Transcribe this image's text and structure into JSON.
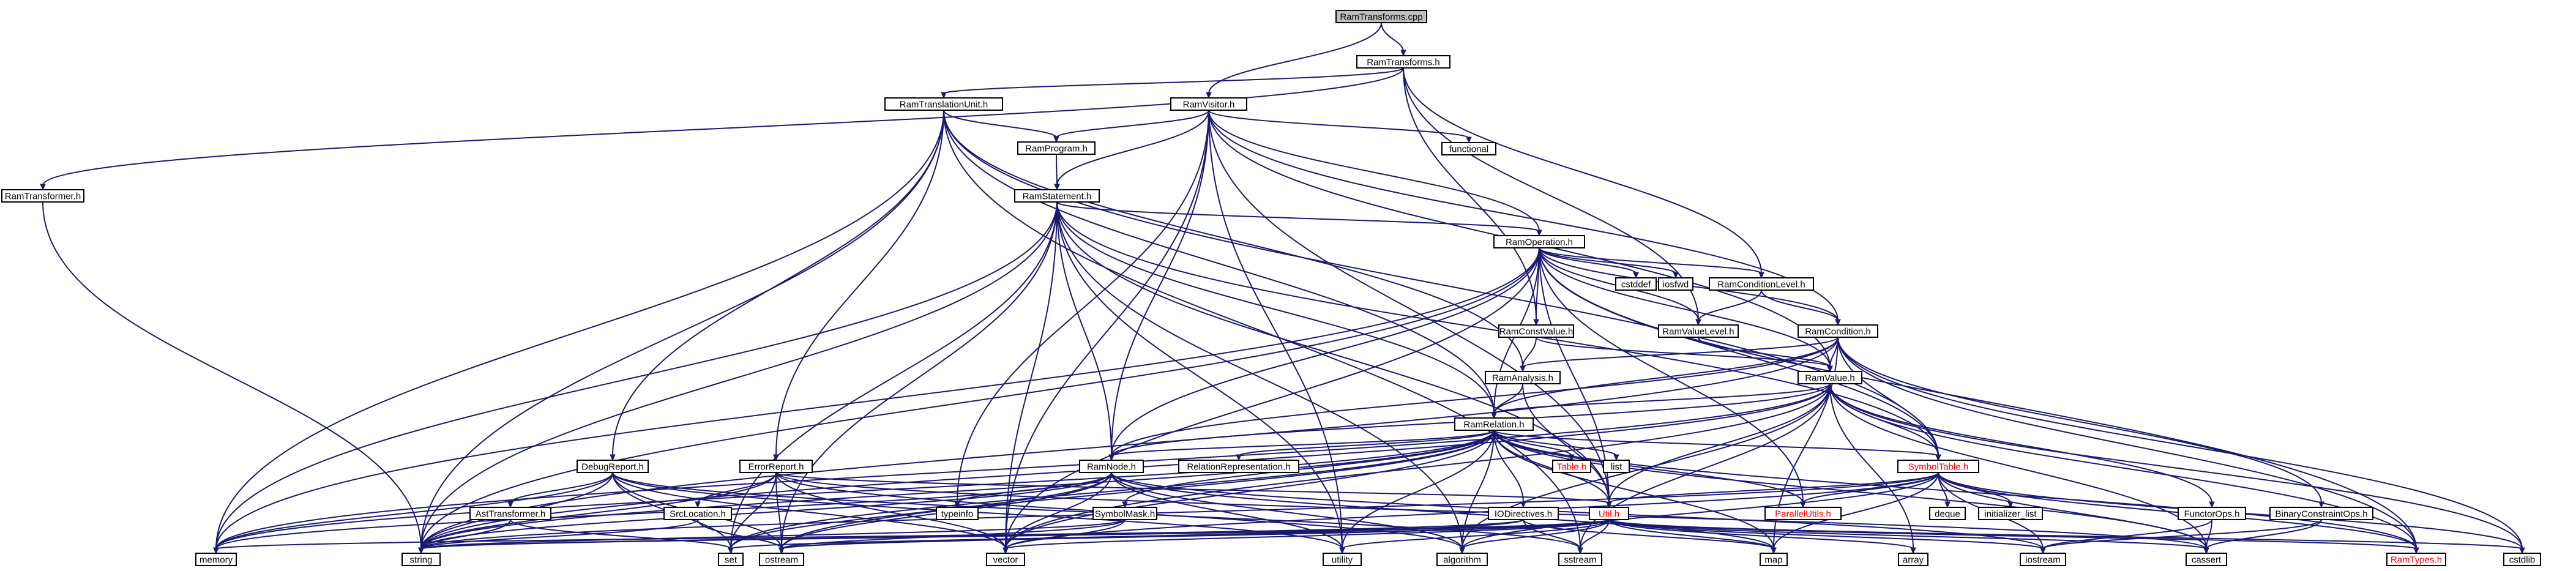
{
  "diagram": {
    "title": "RamTransforms.cpp include dependency graph",
    "colors": {
      "edge": "#191970",
      "root_fill": "#bfbfbf",
      "node_fill": "#ffffff",
      "node_stroke_normal": "#000000",
      "node_stroke_grey": "#bfbfbf",
      "node_stroke_red": "#ff0000",
      "label_normal": "#000000",
      "label_red": "#ff0000"
    },
    "nodes": [
      {
        "id": "root",
        "label": "RamTransforms.cpp",
        "kind": "root"
      },
      {
        "id": "rth",
        "label": "RamTransforms.h",
        "kind": "normal"
      },
      {
        "id": "rtu",
        "label": "RamTranslationUnit.h",
        "kind": "normal"
      },
      {
        "id": "rvis",
        "label": "RamVisitor.h",
        "kind": "normal"
      },
      {
        "id": "rtr",
        "label": "RamTransformer.h",
        "kind": "normal"
      },
      {
        "id": "rprog",
        "label": "RamProgram.h",
        "kind": "normal"
      },
      {
        "id": "functional",
        "label": "functional",
        "kind": "grey"
      },
      {
        "id": "rstmt",
        "label": "RamStatement.h",
        "kind": "normal"
      },
      {
        "id": "rop",
        "label": "RamOperation.h",
        "kind": "normal"
      },
      {
        "id": "cstddef",
        "label": "cstddef",
        "kind": "grey"
      },
      {
        "id": "iosfwd",
        "label": "iosfwd",
        "kind": "grey"
      },
      {
        "id": "rcl",
        "label": "RamConditionLevel.h",
        "kind": "normal"
      },
      {
        "id": "rcv",
        "label": "RamConstValue.h",
        "kind": "normal"
      },
      {
        "id": "rvl",
        "label": "RamValueLevel.h",
        "kind": "normal"
      },
      {
        "id": "rcond",
        "label": "RamCondition.h",
        "kind": "normal"
      },
      {
        "id": "ranal",
        "label": "RamAnalysis.h",
        "kind": "normal"
      },
      {
        "id": "rval",
        "label": "RamValue.h",
        "kind": "normal"
      },
      {
        "id": "rrel",
        "label": "RamRelation.h",
        "kind": "normal"
      },
      {
        "id": "tableh",
        "label": "Table.h",
        "kind": "red"
      },
      {
        "id": "list",
        "label": "list",
        "kind": "grey"
      },
      {
        "id": "rnode",
        "label": "RamNode.h",
        "kind": "normal"
      },
      {
        "id": "relrep",
        "label": "RelationRepresentation.h",
        "kind": "normal"
      },
      {
        "id": "symtab",
        "label": "SymbolTable.h",
        "kind": "red"
      },
      {
        "id": "dbg",
        "label": "DebugReport.h",
        "kind": "normal"
      },
      {
        "id": "err",
        "label": "ErrorReport.h",
        "kind": "normal"
      },
      {
        "id": "typeinfo",
        "label": "typeinfo",
        "kind": "grey"
      },
      {
        "id": "deque",
        "label": "deque",
        "kind": "grey"
      },
      {
        "id": "initlist",
        "label": "initializer_list",
        "kind": "grey"
      },
      {
        "id": "paru",
        "label": "ParallelUtils.h",
        "kind": "red"
      },
      {
        "id": "astt",
        "label": "AstTransformer.h",
        "kind": "normal"
      },
      {
        "id": "srcloc",
        "label": "SrcLocation.h",
        "kind": "normal"
      },
      {
        "id": "symmask",
        "label": "SymbolMask.h",
        "kind": "normal"
      },
      {
        "id": "iodir",
        "label": "IODirectives.h",
        "kind": "normal"
      },
      {
        "id": "util",
        "label": "Util.h",
        "kind": "red"
      },
      {
        "id": "functor",
        "label": "FunctorOps.h",
        "kind": "normal"
      },
      {
        "id": "bco",
        "label": "BinaryConstraintOps.h",
        "kind": "normal"
      },
      {
        "id": "memory",
        "label": "memory",
        "kind": "grey"
      },
      {
        "id": "string",
        "label": "string",
        "kind": "grey"
      },
      {
        "id": "set",
        "label": "set",
        "kind": "grey"
      },
      {
        "id": "ostream",
        "label": "ostream",
        "kind": "grey"
      },
      {
        "id": "vector",
        "label": "vector",
        "kind": "grey"
      },
      {
        "id": "utility",
        "label": "utility",
        "kind": "grey"
      },
      {
        "id": "algorithm",
        "label": "algorithm",
        "kind": "grey"
      },
      {
        "id": "sstream",
        "label": "sstream",
        "kind": "grey"
      },
      {
        "id": "map",
        "label": "map",
        "kind": "grey"
      },
      {
        "id": "array",
        "label": "array",
        "kind": "grey"
      },
      {
        "id": "iostream",
        "label": "iostream",
        "kind": "grey"
      },
      {
        "id": "cassert",
        "label": "cassert",
        "kind": "grey"
      },
      {
        "id": "ramtypes",
        "label": "RamTypes.h",
        "kind": "red"
      },
      {
        "id": "cstdlib",
        "label": "cstdlib",
        "kind": "grey"
      }
    ],
    "edges": [
      [
        "root",
        "rth"
      ],
      [
        "root",
        "rvis"
      ],
      [
        "rth",
        "rtu"
      ],
      [
        "rth",
        "rtr"
      ],
      [
        "rth",
        "rcv"
      ],
      [
        "rth",
        "rvl"
      ],
      [
        "rth",
        "rcl"
      ],
      [
        "rtu",
        "rprog"
      ],
      [
        "rtu",
        "dbg"
      ],
      [
        "rtu",
        "err"
      ],
      [
        "rtu",
        "ranal"
      ],
      [
        "rtu",
        "rrel"
      ],
      [
        "rtu",
        "memory"
      ],
      [
        "rtu",
        "string"
      ],
      [
        "rtu",
        "symtab"
      ],
      [
        "rtu",
        "sstream"
      ],
      [
        "rvis",
        "rprog"
      ],
      [
        "rvis",
        "rstmt"
      ],
      [
        "rvis",
        "rop"
      ],
      [
        "rvis",
        "rcond"
      ],
      [
        "rvis",
        "rval"
      ],
      [
        "rvis",
        "rnode"
      ],
      [
        "rvis",
        "functional"
      ],
      [
        "rvis",
        "typeinfo"
      ],
      [
        "rvis",
        "vector"
      ],
      [
        "rvis",
        "util"
      ],
      [
        "rvis",
        "utility"
      ],
      [
        "rtr",
        "string"
      ],
      [
        "rprog",
        "rstmt"
      ],
      [
        "rstmt",
        "rop"
      ],
      [
        "rstmt",
        "rrel"
      ],
      [
        "rstmt",
        "rnode"
      ],
      [
        "rstmt",
        "symtab"
      ],
      [
        "rstmt",
        "string"
      ],
      [
        "rstmt",
        "memory"
      ],
      [
        "rstmt",
        "vector"
      ],
      [
        "rstmt",
        "ostream"
      ],
      [
        "rstmt",
        "algorithm"
      ],
      [
        "rstmt",
        "utility"
      ],
      [
        "rstmt",
        "util"
      ],
      [
        "rstmt",
        "set"
      ],
      [
        "rop",
        "rcond"
      ],
      [
        "rop",
        "rval"
      ],
      [
        "rop",
        "rrel"
      ],
      [
        "rop",
        "rcv"
      ],
      [
        "rop",
        "rcl"
      ],
      [
        "rop",
        "rvl"
      ],
      [
        "rop",
        "rnode"
      ],
      [
        "rop",
        "cstddef"
      ],
      [
        "rop",
        "iosfwd"
      ],
      [
        "rop",
        "string"
      ],
      [
        "rop",
        "vector"
      ],
      [
        "rop",
        "memory"
      ],
      [
        "rop",
        "util"
      ],
      [
        "rop",
        "ramtypes"
      ],
      [
        "rop",
        "symtab"
      ],
      [
        "rop",
        "paru"
      ],
      [
        "rcl",
        "rcond"
      ],
      [
        "rcl",
        "rvl"
      ],
      [
        "rcv",
        "ranal"
      ],
      [
        "rcv",
        "rval"
      ],
      [
        "rvl",
        "rval"
      ],
      [
        "rcond",
        "rval"
      ],
      [
        "rcond",
        "rrel"
      ],
      [
        "rcond",
        "rnode"
      ],
      [
        "rcond",
        "ranal"
      ],
      [
        "rcond",
        "symtab"
      ],
      [
        "rcond",
        "bco"
      ],
      [
        "rcond",
        "ramtypes"
      ],
      [
        "rcond",
        "cstdlib"
      ],
      [
        "rcond",
        "string"
      ],
      [
        "rcond",
        "map"
      ],
      [
        "ranal",
        "rrel"
      ],
      [
        "ranal",
        "util"
      ],
      [
        "rval",
        "rrel"
      ],
      [
        "rval",
        "rnode"
      ],
      [
        "rval",
        "symtab"
      ],
      [
        "rval",
        "functor"
      ],
      [
        "rval",
        "util"
      ],
      [
        "rval",
        "string"
      ],
      [
        "rval",
        "algorithm"
      ],
      [
        "rval",
        "sstream"
      ],
      [
        "rval",
        "array"
      ],
      [
        "rval",
        "cassert"
      ],
      [
        "rval",
        "ramtypes"
      ],
      [
        "rval",
        "cstdlib"
      ],
      [
        "rval",
        "memory"
      ],
      [
        "rval",
        "vector"
      ],
      [
        "rrel",
        "rnode"
      ],
      [
        "rrel",
        "relrep"
      ],
      [
        "rrel",
        "symtab"
      ],
      [
        "rrel",
        "symmask"
      ],
      [
        "rrel",
        "iodir"
      ],
      [
        "rrel",
        "tableh"
      ],
      [
        "rrel",
        "list"
      ],
      [
        "rrel",
        "paru"
      ],
      [
        "rrel",
        "util"
      ],
      [
        "rrel",
        "string"
      ],
      [
        "rrel",
        "vector"
      ],
      [
        "rrel",
        "utility"
      ],
      [
        "rrel",
        "algorithm"
      ],
      [
        "rrel",
        "set"
      ],
      [
        "rrel",
        "ostream"
      ],
      [
        "rrel",
        "map"
      ],
      [
        "rrel",
        "memory"
      ],
      [
        "rrel",
        "cassert"
      ],
      [
        "rrel",
        "ramtypes"
      ],
      [
        "rnode",
        "typeinfo"
      ],
      [
        "rnode",
        "vector"
      ],
      [
        "rnode",
        "string"
      ],
      [
        "rnode",
        "set"
      ],
      [
        "rnode",
        "ostream"
      ],
      [
        "rnode",
        "memory"
      ],
      [
        "rnode",
        "utility"
      ],
      [
        "rnode",
        "algorithm"
      ],
      [
        "rnode",
        "iostream"
      ],
      [
        "rnode",
        "map"
      ],
      [
        "symtab",
        "paru"
      ],
      [
        "symtab",
        "util"
      ],
      [
        "symtab",
        "deque"
      ],
      [
        "symtab",
        "initlist"
      ],
      [
        "symtab",
        "iostream"
      ],
      [
        "symtab",
        "string"
      ],
      [
        "symtab",
        "ramtypes"
      ],
      [
        "symtab",
        "cassert"
      ],
      [
        "symtab",
        "map"
      ],
      [
        "symtab",
        "cstdlib"
      ],
      [
        "symtab",
        "vector"
      ],
      [
        "symtab",
        "algorithm"
      ],
      [
        "dbg",
        "astt"
      ],
      [
        "dbg",
        "string"
      ],
      [
        "dbg",
        "vector"
      ],
      [
        "dbg",
        "memory"
      ],
      [
        "dbg",
        "sstream"
      ],
      [
        "dbg",
        "utility"
      ],
      [
        "dbg",
        "set"
      ],
      [
        "dbg",
        "ostream"
      ],
      [
        "err",
        "srcloc"
      ],
      [
        "err",
        "set"
      ],
      [
        "err",
        "string"
      ],
      [
        "err",
        "vector"
      ],
      [
        "err",
        "ostream"
      ],
      [
        "err",
        "util"
      ],
      [
        "err",
        "cassert"
      ],
      [
        "err",
        "algorithm"
      ],
      [
        "astt",
        "string"
      ],
      [
        "astt",
        "set"
      ],
      [
        "srcloc",
        "string"
      ],
      [
        "srcloc",
        "ostream"
      ],
      [
        "symmask",
        "vector"
      ],
      [
        "symmask",
        "ostream"
      ],
      [
        "symmask",
        "string"
      ],
      [
        "iodir",
        "map"
      ],
      [
        "iodir",
        "string"
      ],
      [
        "iodir",
        "ostream"
      ],
      [
        "iodir",
        "sstream"
      ],
      [
        "util",
        "algorithm"
      ],
      [
        "util",
        "map"
      ],
      [
        "util",
        "sstream"
      ],
      [
        "util",
        "string"
      ],
      [
        "util",
        "vector"
      ],
      [
        "util",
        "utility"
      ],
      [
        "util",
        "set"
      ],
      [
        "util",
        "iostream"
      ],
      [
        "util",
        "cassert"
      ],
      [
        "util",
        "ostream"
      ],
      [
        "util",
        "array"
      ],
      [
        "util",
        "ramtypes"
      ],
      [
        "util",
        "memory"
      ],
      [
        "util",
        "cstdlib"
      ],
      [
        "functor",
        "cassert"
      ],
      [
        "functor",
        "iostream"
      ],
      [
        "bco",
        "cassert"
      ],
      [
        "bco",
        "iostream"
      ]
    ]
  }
}
